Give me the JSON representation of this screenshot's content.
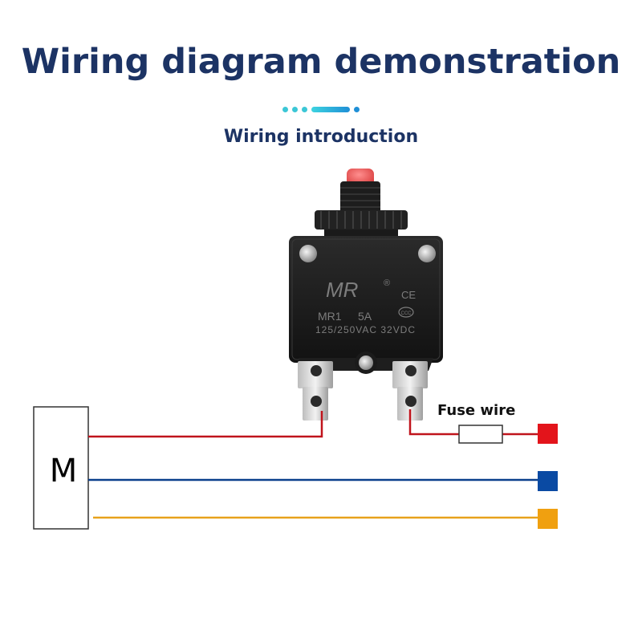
{
  "header": {
    "title": "Wiring diagram demonstration",
    "subtitle": "Wiring introduction"
  },
  "diagram": {
    "motor_label": "M",
    "fuse_label": "Fuse wire",
    "breaker": {
      "brand": "MR",
      "registered_mark": "®",
      "ce_mark": "CE",
      "ccc_mark": "CCC",
      "model": "MR1",
      "current": "5A",
      "rating": "125/250VAC 32VDC"
    },
    "colors": {
      "title": "#1c3364",
      "wire_red": "#c0141c",
      "wire_blue": "#0a3f8c",
      "wire_orange": "#e8a21c",
      "terminal_red": "#e3141b",
      "terminal_blue": "#0a4aa3",
      "terminal_orange": "#f0a010",
      "accent_cyan": "#3cc7d6"
    }
  }
}
